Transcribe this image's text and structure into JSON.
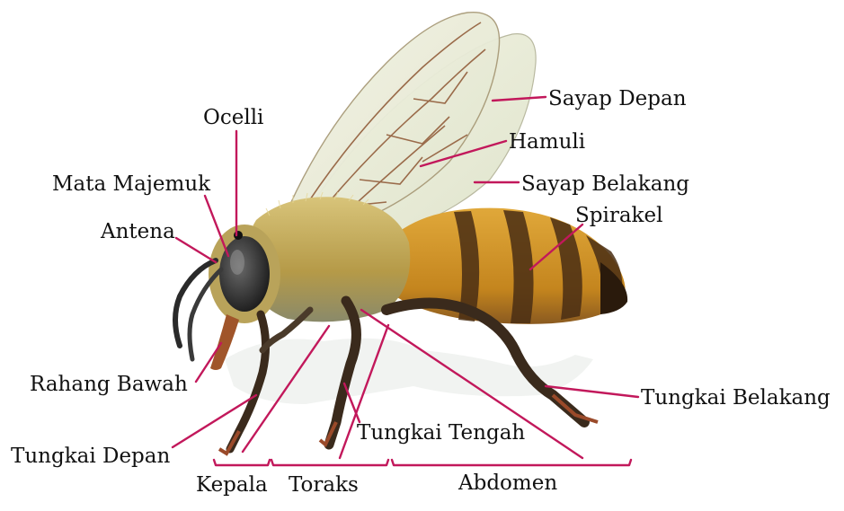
{
  "diagram": {
    "labels": {
      "ocelli": "Ocelli",
      "mata_majemuk": "Mata Majemuk",
      "antena": "Antena",
      "rahang_bawah": "Rahang Bawah",
      "tungkai_depan": "Tungkai Depan",
      "sayap_depan": "Sayap Depan",
      "hamuli": "Hamuli",
      "sayap_belakang": "Sayap Belakang",
      "spirakel": "Spirakel",
      "tungkai_belakang": "Tungkai Belakang",
      "tungkai_tengah": "Tungkai Tengah",
      "kepala": "Kepala",
      "toraks": "Toraks",
      "abdomen": "Abdomen"
    },
    "colors": {
      "leader_line": "#c2185b",
      "wing": "#e8ecd8",
      "wing_vein": "#9a6b4a",
      "thorax": "#c9b25a",
      "abdomen_band_light": "#d89a2a",
      "abdomen_band_dark": "#5a3a1a",
      "eye": "#2a2a2a"
    }
  }
}
